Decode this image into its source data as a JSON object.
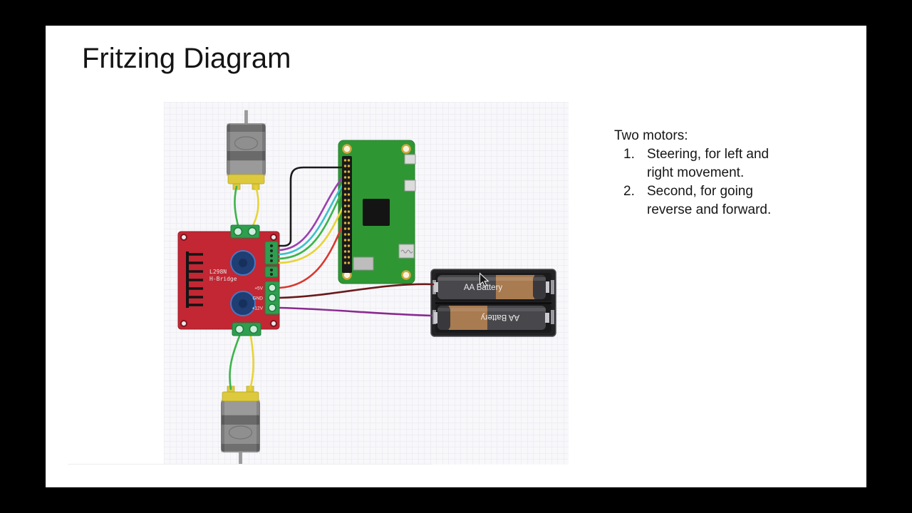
{
  "slide": {
    "title": "Fritzing Diagram"
  },
  "notes": {
    "heading": "Two motors:",
    "items": [
      {
        "number": "1.",
        "text": "Steering, for left and right movement."
      },
      {
        "number": "2.",
        "text": "Second, for going reverse and forward."
      }
    ]
  },
  "diagram": {
    "driver_board": {
      "label_line1": "L298N",
      "label_line2": "H-Bridge",
      "power_pin_labels": [
        "+5V",
        "GND",
        "+12V"
      ]
    },
    "battery_holder": {
      "battery_top_label": "AA Battery",
      "battery_bottom_label": "AA Battery"
    },
    "wire_colors": {
      "motor_wire_green": "#3cb44a",
      "motor_wire_yellow": "#e8d334",
      "signal_black": "#1b1b1b",
      "signal_purple": "#9b3fae",
      "signal_cyan": "#38c2cc",
      "signal_green": "#3cb44a",
      "signal_yellow": "#e8d334",
      "power_red": "#d8392f",
      "power_maroon": "#6b1a1a",
      "power_purple": "#8a2a8f"
    }
  },
  "colors": {
    "letterbox": "#000000",
    "slide_background": "#ffffff",
    "grid_background": "#f8f8fb",
    "grid_line": "#e5e5ee",
    "driver_board_red": "#c22733",
    "pi_green": "#2f9634",
    "battery_holder_black": "#232326",
    "battery_copper": "#a97b50",
    "motor_gray": "#8f8f8f",
    "capacitor_blue": "#1e3e74",
    "terminal_green": "#2e9e4f"
  }
}
